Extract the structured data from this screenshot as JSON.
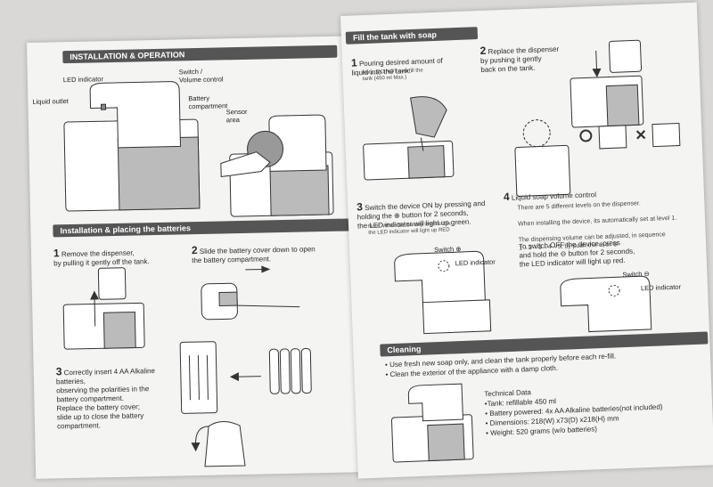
{
  "left": {
    "section1_title": "INSTALLATION & OPERATION",
    "callouts": {
      "led": "LED indicator",
      "switch": "Switch /\nVolume control",
      "liquid": "Liquid outlet",
      "battery": "Battery\ncompartment",
      "sensor": "Sensor\narea"
    },
    "section2_title": "Installation & placing the batteries",
    "step1": {
      "num": "1",
      "text": "Remove the dispenser,\nby pulling it gently off the tank."
    },
    "step2": {
      "num": "2",
      "text": "Slide the battery cover down to open\nthe battery compartment."
    },
    "step3": {
      "num": "3",
      "text": "Correctly insert 4 AA Alkaline\nbatteries,\nobserving the polarities in the\nbattery compartment.\nReplace the battery cover;\nslide up to close the battery\ncompartment."
    }
  },
  "right": {
    "fill_title": "Fill the tank with soap",
    "step1": {
      "num": "1",
      "text": "Pouring desired amount of\nliquid into the tank.",
      "note": "Note: DO NOT overfill the\ntank (450 ml Max.)"
    },
    "step2": {
      "num": "2",
      "text": "Replace the dispenser\nby pushing it gently\nback on the tank."
    },
    "step3": {
      "num": "3",
      "text": "Switch the device ON by pressing and\nholding the ⊕ button for 2 seconds,\nthe LED indicator will light up green.",
      "note": "Note: When the battery level is low,\nthe LED indicator will light up RED"
    },
    "step4": {
      "num": "4",
      "text": "Liquid soap volume control",
      "bullets": [
        "There are 5 different levels on the dispenser.",
        "When installing the device, its automatically set at level 1.",
        "The dispensing volume can be adjusted, in sequence 1→2→3→4→5, by push the ⊕ or ⊖"
      ]
    },
    "off_text": "To switch OFF the device, press\nand hold the ⊖ button for 2 seconds,\nthe LED indicator will light up red.",
    "callout_switch_plus": "Switch ⊕",
    "callout_led1": "LED indicator",
    "callout_switch_minus": "Switch ⊖",
    "callout_led2": "LED indicator",
    "cleaning_title": "Cleaning",
    "cleaning_bullets": [
      "Use fresh new soap only, and clean the tank properly before each re-fill.",
      "Clean the exterior of the appliance with a damp cloth."
    ],
    "tech_title": "Technical Data",
    "tech_items": [
      "•Tank: refillable 450 ml",
      "• Battery powered: 4x AA Alkaline batteries(not included)",
      "• Dimensions: 218(W) x73(D) x218(H) mm",
      "• Weight: 520 grams (w/o batteries)"
    ]
  }
}
